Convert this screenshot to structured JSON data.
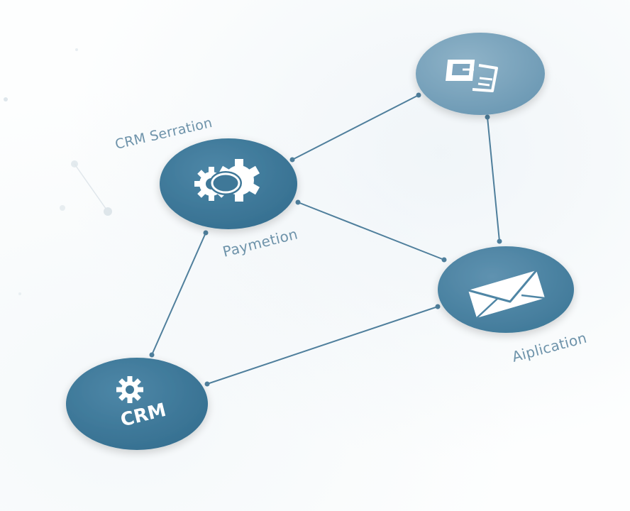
{
  "colors": {
    "node_primary": "#3f7898",
    "node_light": "#6d9bb6",
    "connector": "#4f7f9c",
    "label_text": "#6e93aa",
    "icon": "#ffffff"
  },
  "labels": {
    "crm_serration": "CRM Serration",
    "paymetion": "Paymetion",
    "aiplication": "Aiplication",
    "crm_node": "CRM"
  },
  "icons": {
    "document": "document-icon",
    "gears": "gears-icon",
    "envelope": "envelope-icon",
    "gear": "gear-icon"
  }
}
